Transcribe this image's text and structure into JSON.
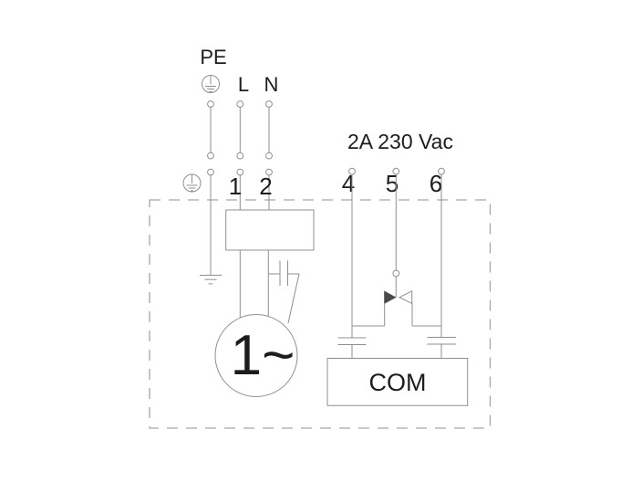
{
  "labels": {
    "pe": "PE",
    "l": "L",
    "n": "N",
    "t1": "1",
    "t2": "2",
    "t4": "4",
    "t5": "5",
    "t6": "6",
    "rating": "2A 230 Vac",
    "motor": "1~",
    "com": "COM"
  },
  "icons": {
    "protective_earth_top": "circled-earth-symbol",
    "protective_earth_entry": "circled-earth-symbol",
    "chassis_ground": "earth-ground-bars",
    "run_capacitor": "capacitor-two-plates",
    "capacitor_terminal4": "capacitor-two-plates",
    "capacitor_terminal6": "capacitor-two-plates",
    "triac": "opposed-triangles-switch"
  },
  "colors": {
    "line": "#8f8f8f",
    "dashed_border": "#a6a6a6",
    "text": "#1d1d1d",
    "triangle_fill": "#4a4a4a",
    "background": "#ffffff"
  }
}
